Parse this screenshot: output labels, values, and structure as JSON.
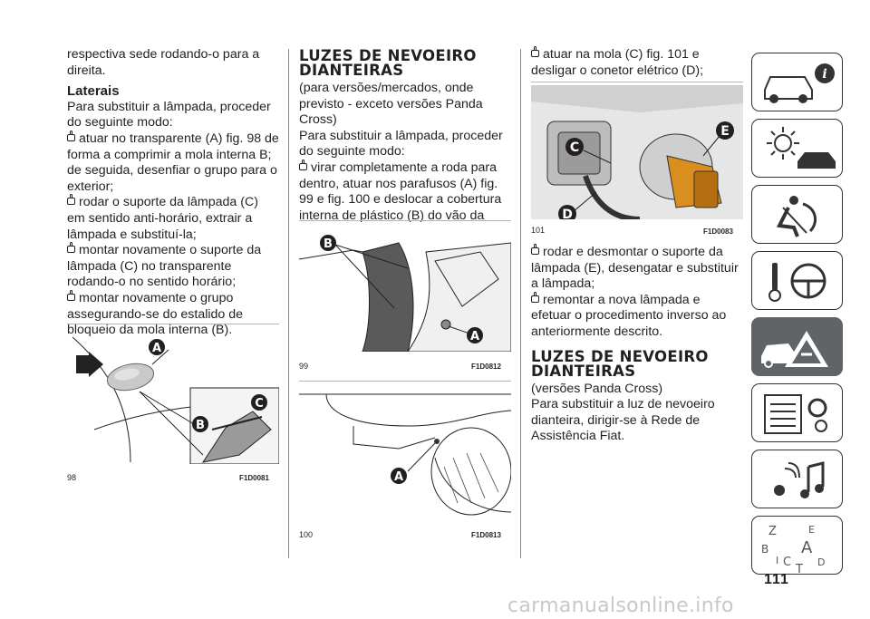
{
  "col1": {
    "intro": "respectiva sede rodando-o para a direita.",
    "heading_laterais": "Laterais",
    "text1": "Para substituir a lâmpada, proceder do seguinte modo:",
    "b1": "atuar no transparente (A) fig. 98 de forma a comprimir a mola interna B; de seguida, desenfiar o grupo para o exterior;",
    "b2": "rodar o suporte da lâmpada (C) em sentido anti-horário, extrair a lâmpada e substituí-la;",
    "b3": "montar novamente o suporte da lâmpada (C) no transparente rodando-o no sentido horário;",
    "b4": "montar novamente o grupo assegurando-se do estalido de bloqueio da mola interna (B).",
    "fig98": {
      "num": "98",
      "code": "F1D0081",
      "labels": [
        "A",
        "B",
        "C"
      ]
    }
  },
  "col2": {
    "heading": "LUZES DE NEVOEIRO DIANTEIRAS",
    "sub": "(para versões/mercados, onde previsto - exceto versões Panda Cross)",
    "text1": "Para substituir a lâmpada, proceder do seguinte modo:",
    "b1": "virar completamente a roda para dentro, atuar nos parafusos (A) fig. 99 e fig. 100 e deslocar a cobertura interna de plástico (B) do vão da cava da roda para aceder à lâmpada.",
    "fig99": {
      "num": "99",
      "code": "F1D0812",
      "labels": [
        "A",
        "B"
      ]
    },
    "fig100": {
      "num": "100",
      "code": "F1D0813",
      "labels": [
        "A"
      ]
    }
  },
  "col3": {
    "b1": "atuar na mola (C) fig. 101 e desligar o conetor elétrico (D);",
    "fig101": {
      "num": "101",
      "code": "F1D0083",
      "labels": [
        "C",
        "D",
        "E"
      ]
    },
    "b2": "rodar e desmontar o suporte da lâmpada (E), desengatar e substituir a lâmpada;",
    "b3": "remontar a nova lâmpada e efetuar o procedimento inverso ao anteriormente descrito.",
    "heading": "LUZES DE NEVOEIRO DIANTEIRAS",
    "sub": "(versões Panda Cross)",
    "text1": "Para substituir a luz de nevoeiro dianteira, dirigir-se à Rede de Assistência Fiat."
  },
  "page_number": "111",
  "watermark": "carmanualsonline.info",
  "tabs": [
    {
      "icon": "car-info-icon",
      "active": false
    },
    {
      "icon": "lights-icon",
      "active": false
    },
    {
      "icon": "airbag-icon",
      "active": false
    },
    {
      "icon": "steering-wheel-key-icon",
      "active": false
    },
    {
      "icon": "warning-triangle-car-icon",
      "active": true
    },
    {
      "icon": "maintenance-list-icon",
      "active": false
    },
    {
      "icon": "music-phone-icon",
      "active": false
    },
    {
      "icon": "index-letters-icon",
      "active": false,
      "letters": [
        "Z",
        "E",
        "B",
        "A",
        "C",
        "T",
        "D",
        "I"
      ]
    }
  ],
  "colors": {
    "active_tab": "#606467",
    "text": "#231f20",
    "badge": "#231f20"
  }
}
